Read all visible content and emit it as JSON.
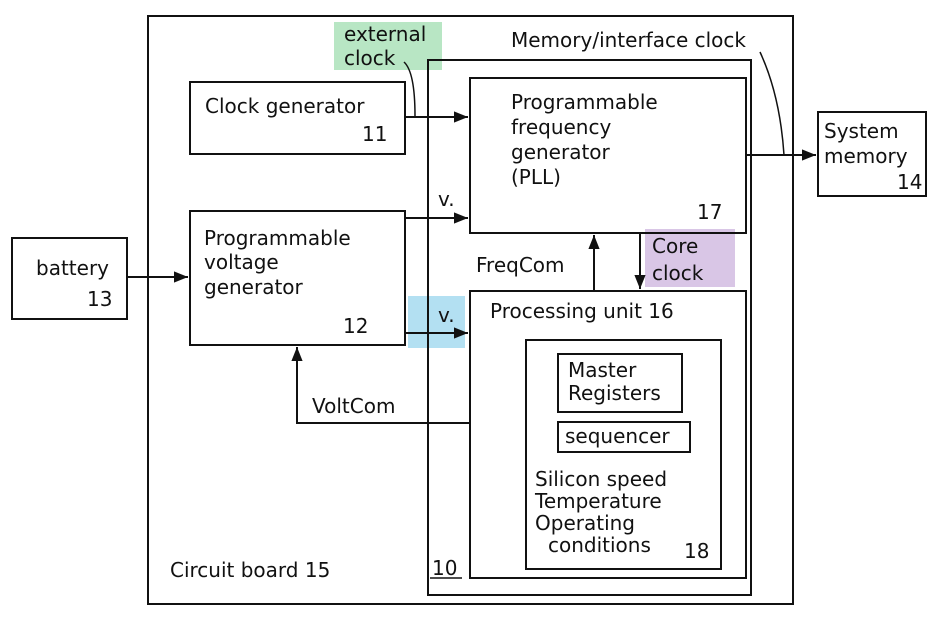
{
  "labels": {
    "external_clock_1": "external",
    "external_clock_2": "clock",
    "memory_interface_clock": "Memory/interface clock",
    "clock_generator": "Clock generator",
    "clock_generator_num": "11",
    "pfg_1": "Programmable",
    "pfg_2": "frequency",
    "pfg_3": "generator",
    "pfg_4": "(PLL)",
    "pfg_num": "17",
    "system_memory_1": "System",
    "system_memory_2": "memory",
    "system_memory_num": "14",
    "battery": "battery",
    "battery_num": "13",
    "pvg_1": "Programmable",
    "pvg_2": "voltage",
    "pvg_3": "generator",
    "pvg_num": "12",
    "v_top": "v.",
    "v_bottom": "v.",
    "freqcom": "FreqCom",
    "core_clock_1": "Core",
    "core_clock_2": "clock",
    "processing_unit": "Processing unit 16",
    "master_registers_1": "Master",
    "master_registers_2": "Registers",
    "sequencer": "sequencer",
    "silicon_speed": "Silicon speed",
    "temperature": "Temperature",
    "operating": "Operating",
    "conditions": "conditions",
    "inner_num": "18",
    "voltcom": "VoltCom",
    "circuit_board": "Circuit board 15",
    "chip_num": "10"
  },
  "highlight_colors": {
    "external_clock": "#b8e6c4",
    "core_clock": "#d9c6e6",
    "v_bottom": "#b3e0f2"
  },
  "line_color": "#111111"
}
